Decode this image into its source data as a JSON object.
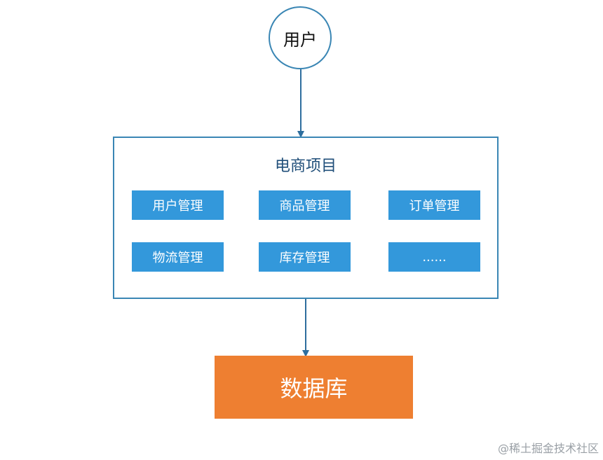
{
  "nodes": {
    "user": {
      "label": "用户"
    },
    "project": {
      "title": "电商项目",
      "modules": [
        {
          "label": "用户管理"
        },
        {
          "label": "商品管理"
        },
        {
          "label": "订单管理"
        },
        {
          "label": "物流管理"
        },
        {
          "label": "库存管理"
        },
        {
          "label": "......"
        }
      ]
    },
    "database": {
      "label": "数据库"
    }
  },
  "edges": [
    {
      "from": "user",
      "to": "project"
    },
    {
      "from": "project",
      "to": "database"
    }
  ],
  "colors": {
    "node_border": "#3a86b4",
    "module_fill": "#3398db",
    "database_fill": "#ee7f31",
    "title_text": "#1f4e79",
    "arrow": "#2e6e9e"
  },
  "watermark": "@稀土掘金技术社区"
}
